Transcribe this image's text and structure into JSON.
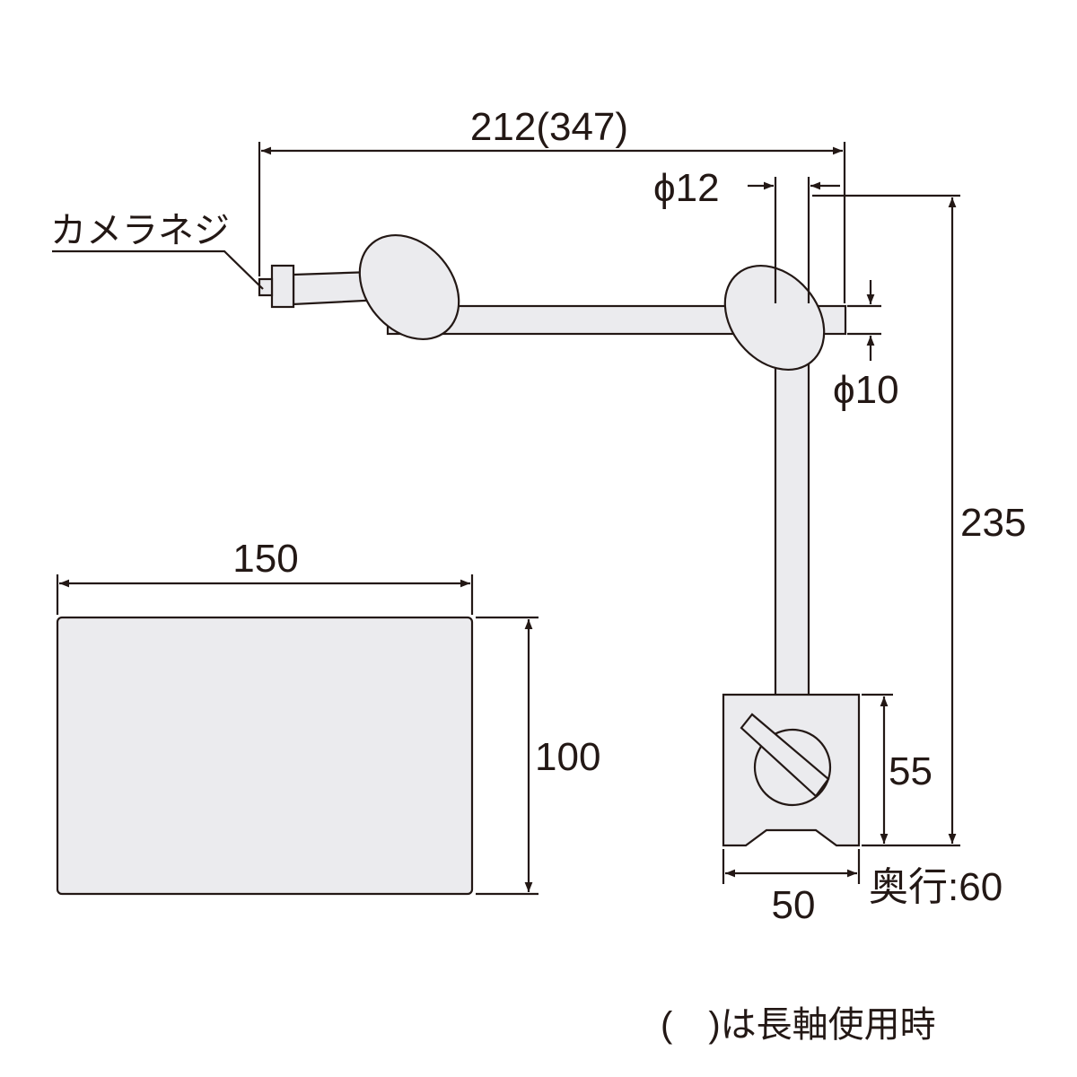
{
  "labels": {
    "camera_screw": "カメラネジ",
    "length_top": "212(347)",
    "dia_12": "ϕ12",
    "dia_10": "ϕ10",
    "height_total": "235",
    "plate_width": "150",
    "plate_height": "100",
    "base_height": "55",
    "base_width": "50",
    "base_depth": "奥行:60",
    "footnote": "(　)は長軸使用時"
  },
  "colors": {
    "line": "#231815",
    "fill": "#ebebee"
  }
}
